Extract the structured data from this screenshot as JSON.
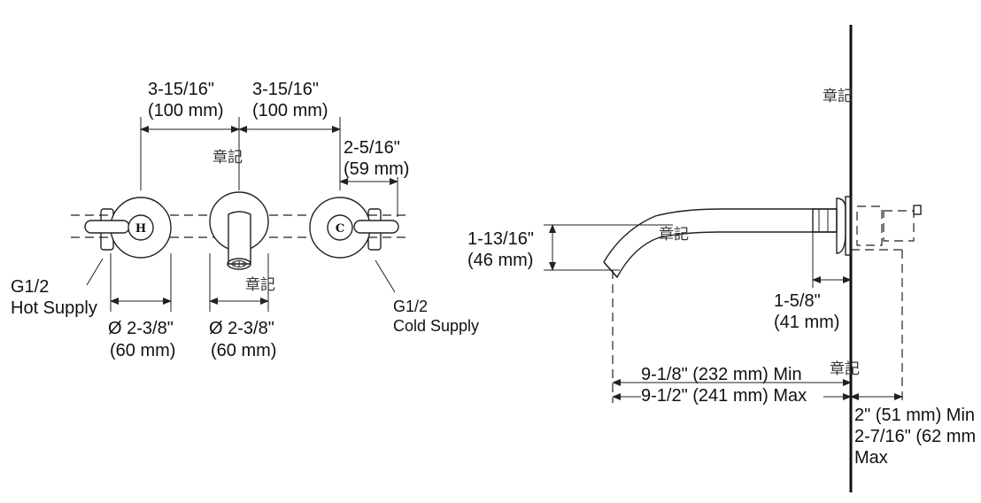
{
  "front_view": {
    "width_left": {
      "imperial": "3-15/16\"",
      "metric": "(100 mm)"
    },
    "width_right": {
      "imperial": "3-15/16\"",
      "metric": "(100 mm)"
    },
    "offset": {
      "imperial": "2-5/16\"",
      "metric": "(59 mm)"
    },
    "hot_supply": {
      "line1": "G1/2",
      "line2": "Hot Supply"
    },
    "cold_supply": {
      "line1": "G1/2",
      "line2": "Cold Supply"
    },
    "handle_diameter": {
      "imperial": "Ø 2-3/8\"",
      "metric": "(60 mm)"
    },
    "spout_diameter": {
      "imperial": "Ø 2-3/8\"",
      "metric": "(60 mm)"
    },
    "hot_letter": "H",
    "cold_letter": "C"
  },
  "side_view": {
    "spout_drop": {
      "imperial": "1-13/16\"",
      "metric": "(46 mm)"
    },
    "flange": {
      "imperial": "1-5/8\"",
      "metric": "(41 mm)"
    },
    "reach_min": "9-1/8\" (232 mm) Min",
    "reach_max": "9-1/2\" (241 mm) Max",
    "depth_min": "2\" (51 mm) Min",
    "depth_max_line1": "2-7/16\" (62 mm",
    "depth_max_line2": "Max"
  },
  "watermark": "章記"
}
